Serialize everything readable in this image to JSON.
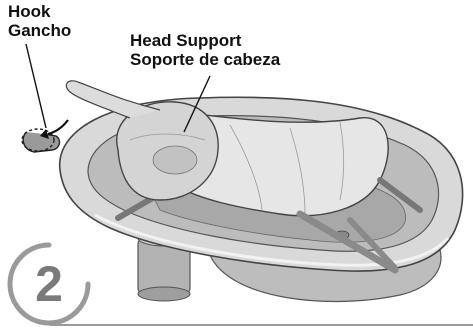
{
  "callouts": {
    "hook": {
      "label_en": "Hook",
      "label_es": "Gancho"
    },
    "head_support": {
      "label_en": "Head Support",
      "label_es": "Soporte de cabeza"
    }
  },
  "step": {
    "number": "2"
  },
  "colors": {
    "ink": "#111111",
    "tub_body": "#d9d9d9",
    "tub_shadow": "#a8a8a8",
    "sling_fabric": "#e6e6e6",
    "badge_ring": "#9a9a9a",
    "badge_number": "#7a7a7a"
  },
  "icons": [
    "hook-icon",
    "curved-arrow-icon"
  ]
}
